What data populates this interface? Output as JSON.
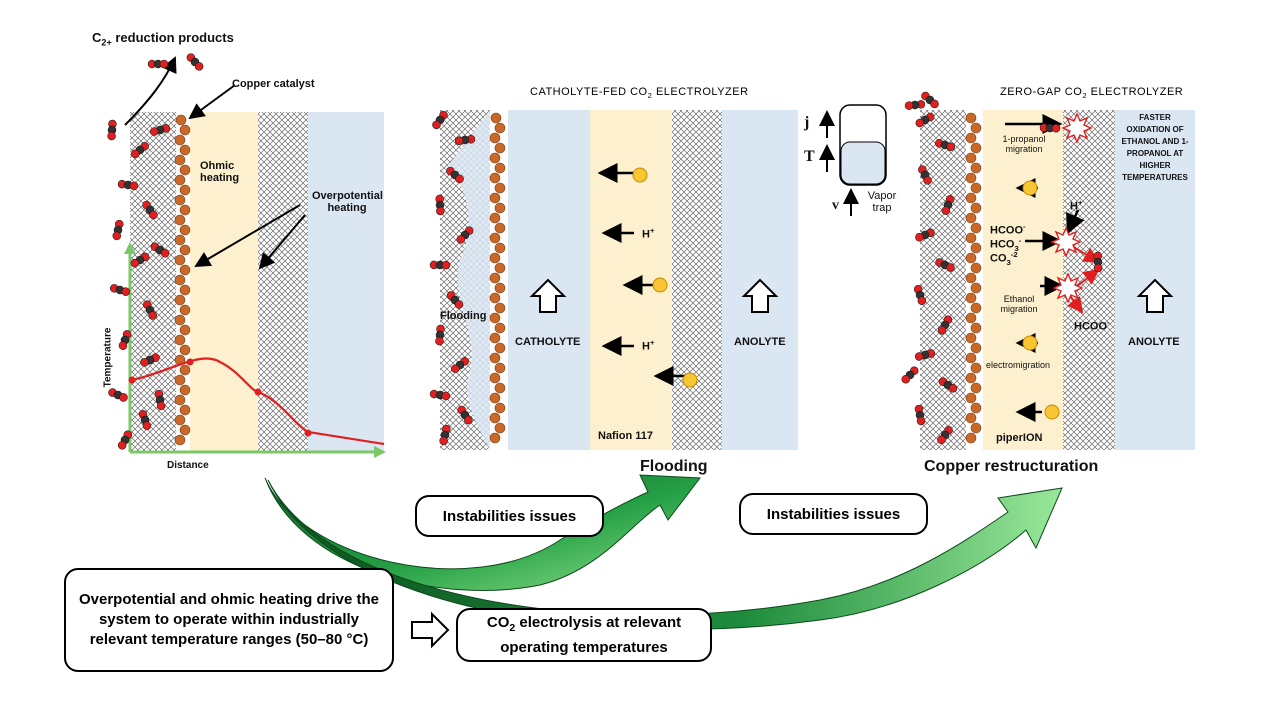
{
  "panel_left": {
    "c2_products": "C",
    "c2_products_sub": "2+",
    "c2_products_rest": " reduction products",
    "copper_catalyst": "Copper catalyst",
    "ohmic_heating": "Ohmic heating",
    "overpotential_heating": "Overpotential heating",
    "y_axis": "Temperature",
    "x_axis": "Distance"
  },
  "panel_mid": {
    "title_pre": "CATHOLYTE-FED CO",
    "title_sub": "2",
    "title_post": " ELECTROLYZER",
    "flooding_label": "Flooding",
    "catholyte": "CATHOLYTE",
    "anolyte": "ANOLYTE",
    "h_plus_1": "H",
    "h_plus_2": "H",
    "membrane": "Nafion 117",
    "caption": "Flooding"
  },
  "vapor_trap": {
    "j": "j",
    "t": "T",
    "v": "v",
    "label": "Vapor trap"
  },
  "panel_right": {
    "title_pre": "ZERO-GAP CO",
    "title_sub": "2",
    "title_post": " ELECTROLYZER",
    "propanol": "1-propanol migration",
    "faster_oxidation": "FASTER OXIDATION OF ETHANOL AND 1-PROPANOL AT HIGHER TEMPERATURES",
    "h_plus": "H",
    "hcoo_minus": "HCOO",
    "hco3": "HCO",
    "co3": "CO",
    "ethanol": "Ethanol migration",
    "hcoo_out": "HCOO",
    "electromigration": "electromigration",
    "anolyte": "ANOLYTE",
    "membrane": "piperION",
    "caption": "Copper restructuration"
  },
  "boxes": {
    "instabilities_1": "Instabilities issues",
    "instabilities_2": "Instabilities issues",
    "summary": "Overpotential and ohmic heating drive the system to operate within industrially relevant temperature ranges (50–80 °C)",
    "result_pre": "CO",
    "result_sub": "2",
    "result_post": " electrolysis at relevant operating temperatures"
  },
  "colors": {
    "catalyst": "#c8692a",
    "catholyte": "#dbe6f3",
    "membrane": "#fdf0cf",
    "red": "#e02020",
    "green": "#1f8f3a",
    "axis": "#7cc76a"
  }
}
